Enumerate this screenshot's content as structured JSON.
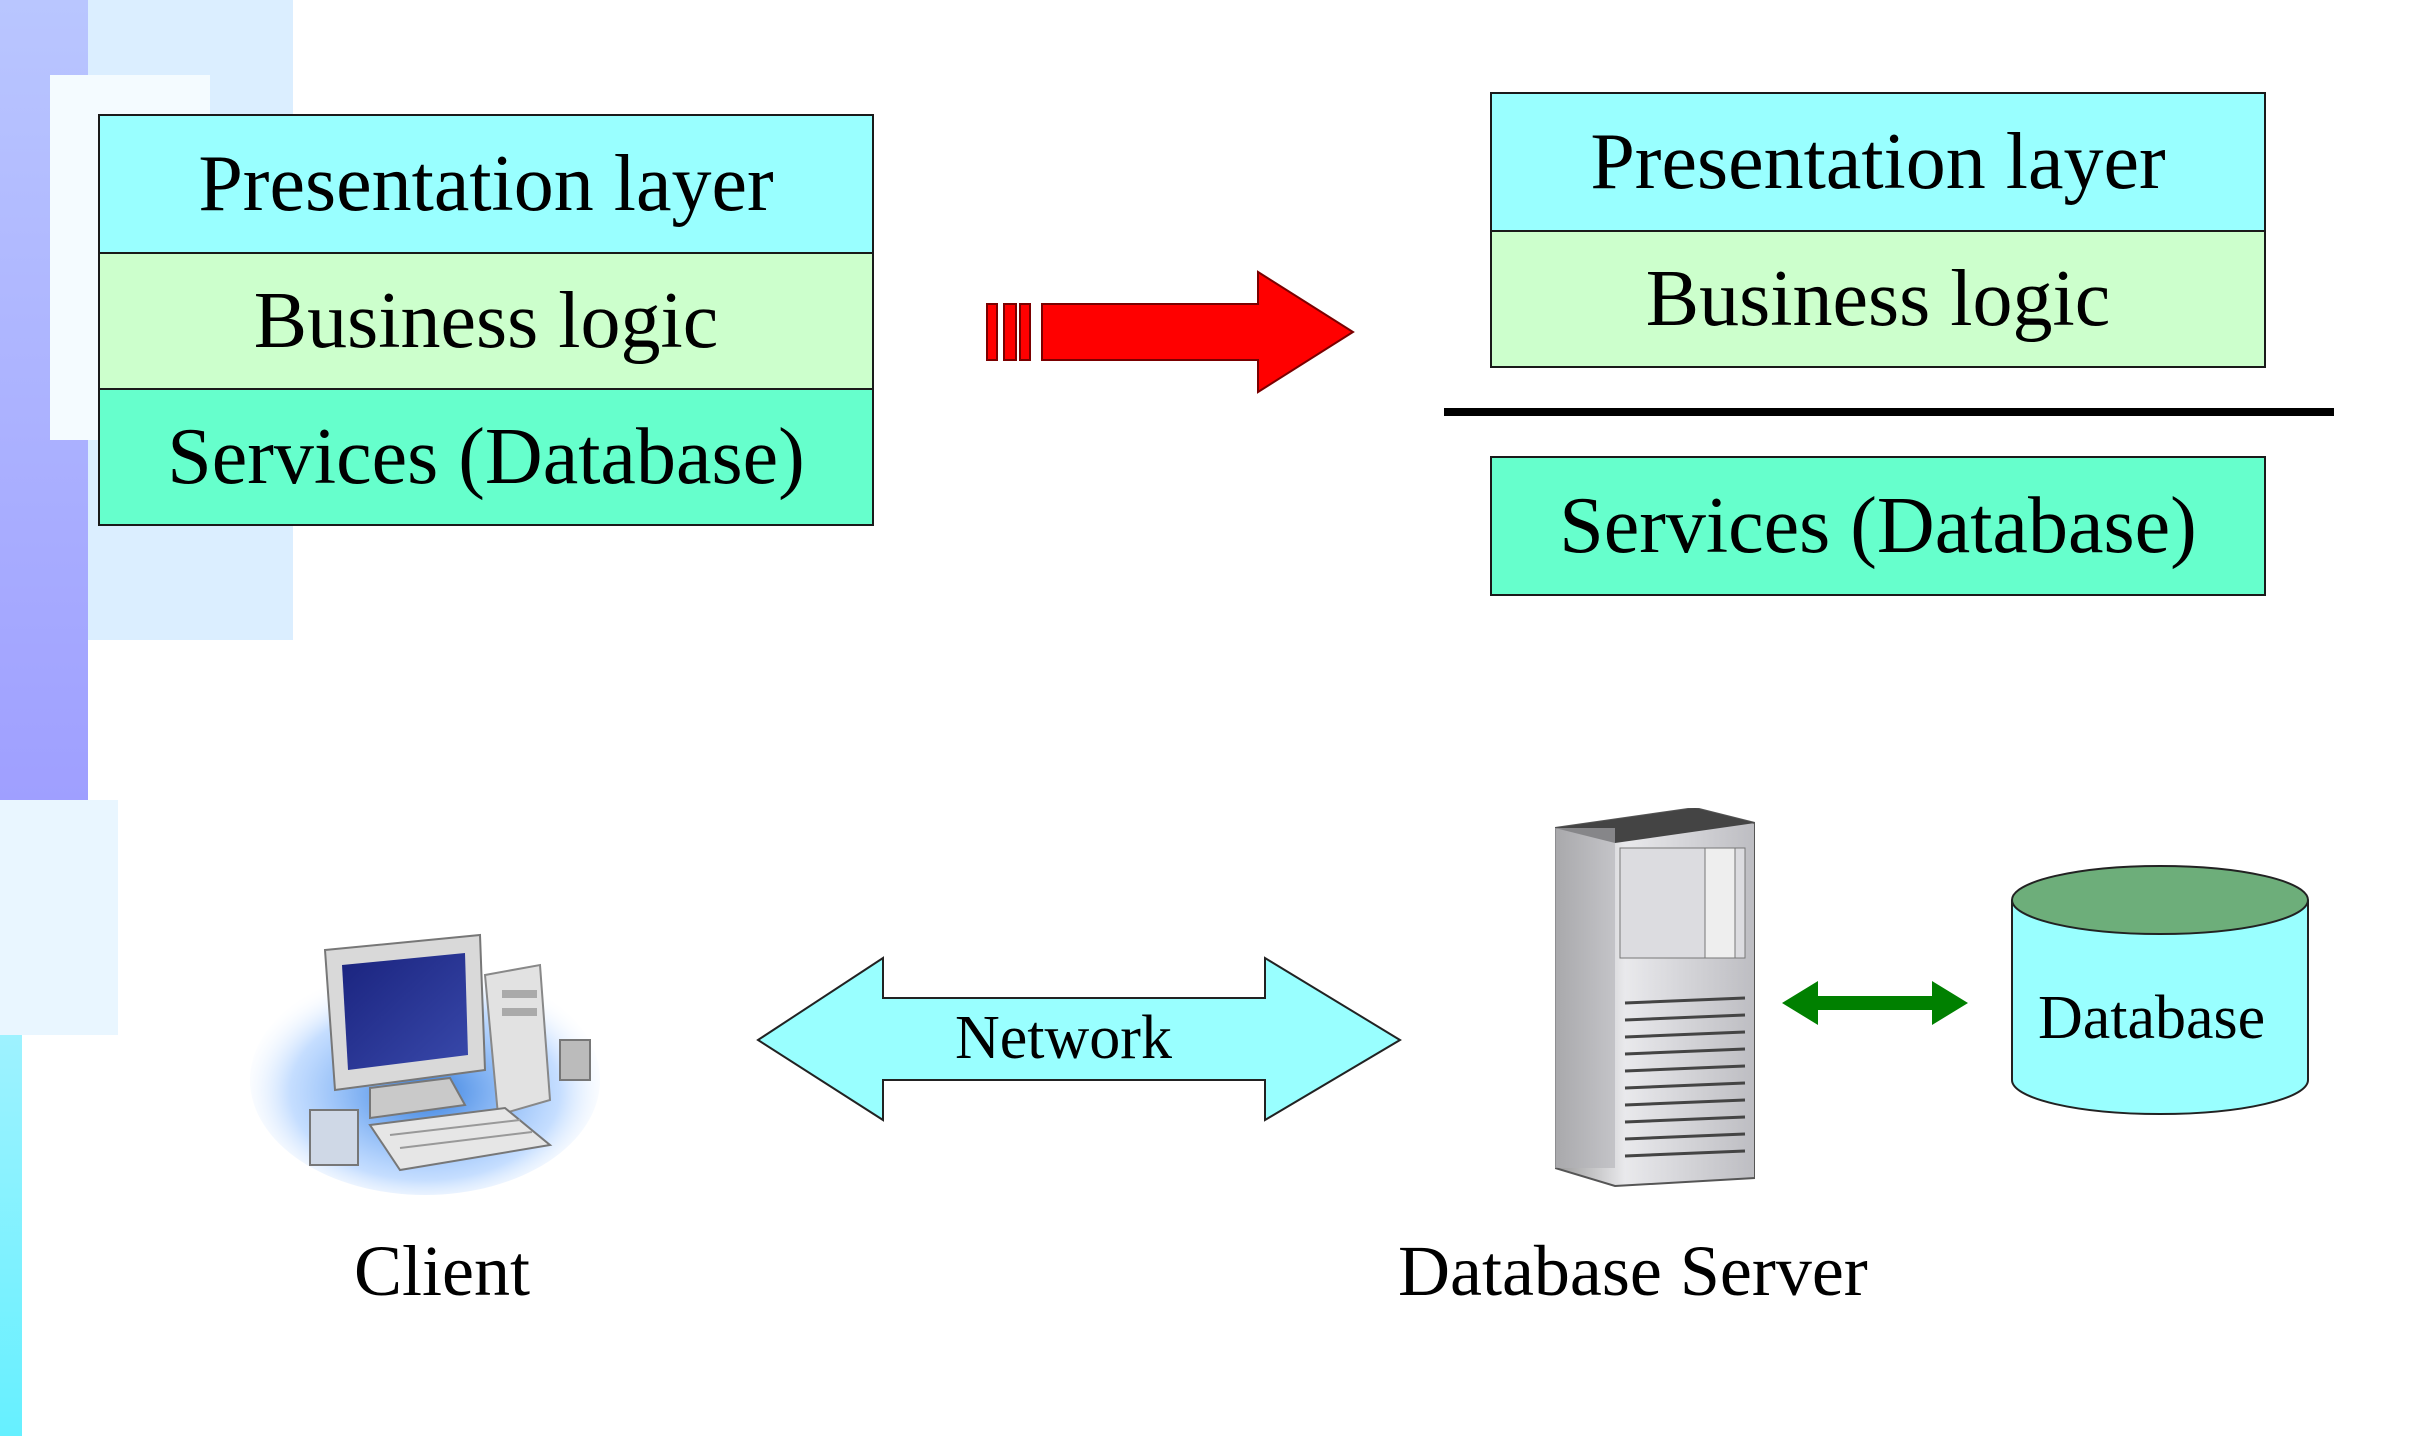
{
  "colors": {
    "presentation": "#99FFFF",
    "business": "#CCFFCC",
    "services": "#66FFCC",
    "arrow_red": "#FF0000",
    "network_fill": "#99FFFF",
    "green_arrow": "#008000",
    "db_top": "#6DAE7A",
    "db_body": "#99FFFF",
    "deco_blue": "#9999FF",
    "deco_cyan": "#99FFFF"
  },
  "left_stack": {
    "presentation": "Presentation layer",
    "business": "Business logic",
    "services": "Services (Database)"
  },
  "right_stack": {
    "presentation": "Presentation layer",
    "business": "Business logic",
    "services": "Services (Database)"
  },
  "network_label": "Network",
  "database_label": "Database",
  "client_label": "Client",
  "server_label": "Database Server"
}
